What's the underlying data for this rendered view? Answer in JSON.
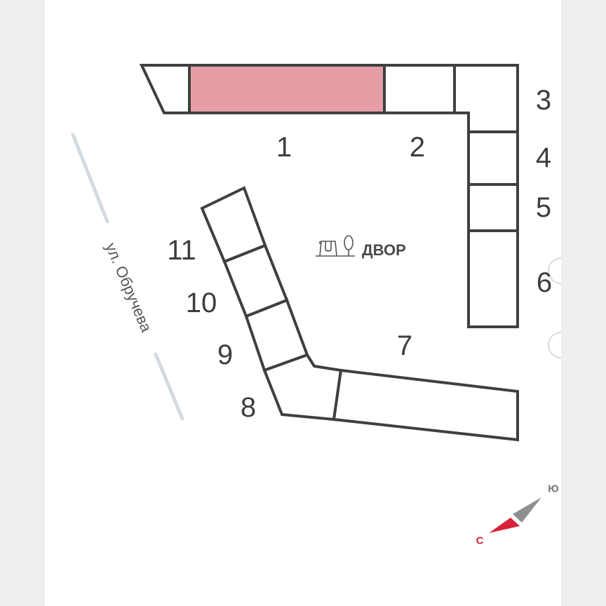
{
  "map": {
    "colors": {
      "outline": "#3f3f3f",
      "selected_fill": "#e59ea6",
      "street_line": "#d3dbe1",
      "compass_north": "#d8223a",
      "compass_south": "#8f8f8f",
      "margin": "#efefef"
    },
    "sections": [
      {
        "id": "1",
        "label": "1",
        "selected": true
      },
      {
        "id": "2",
        "label": "2",
        "selected": false
      },
      {
        "id": "3",
        "label": "3",
        "selected": false
      },
      {
        "id": "4",
        "label": "4",
        "selected": false
      },
      {
        "id": "5",
        "label": "5",
        "selected": false
      },
      {
        "id": "6",
        "label": "6",
        "selected": false
      },
      {
        "id": "7",
        "label": "7",
        "selected": false
      },
      {
        "id": "8",
        "label": "8",
        "selected": false
      },
      {
        "id": "9",
        "label": "9",
        "selected": false
      },
      {
        "id": "10",
        "label": "10",
        "selected": false
      },
      {
        "id": "11",
        "label": "11",
        "selected": false
      }
    ],
    "street": {
      "label": "ул. Обручева"
    },
    "yard": {
      "label": "ДВОР",
      "icon": "playground-tree-icon"
    },
    "compass": {
      "north_label": "С",
      "south_label": "Ю"
    }
  }
}
